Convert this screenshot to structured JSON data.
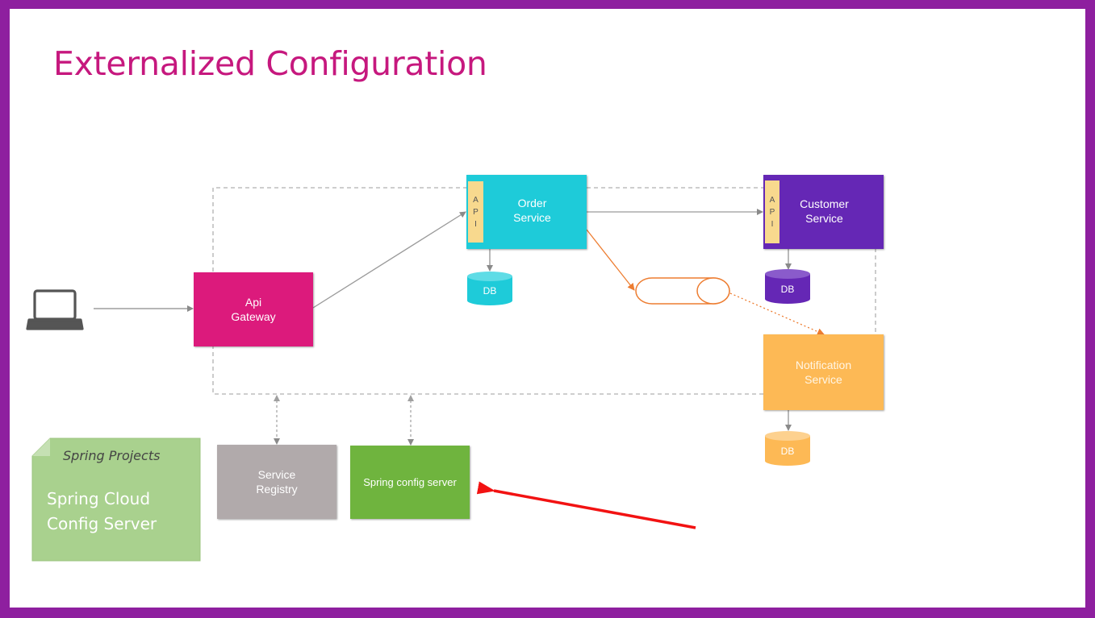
{
  "slide": {
    "title": "Externalized Configuration"
  },
  "nodes": {
    "api_gateway": {
      "line1": "Api",
      "line2": "Gateway"
    },
    "order_service": {
      "line1": "Order",
      "line2": "Service",
      "api_tab": "A\nP\nI"
    },
    "customer_service": {
      "line1": "Customer",
      "line2": "Service",
      "api_tab": "A\nP\nI"
    },
    "notification_service": {
      "line1": "Notification",
      "line2": "Service"
    },
    "service_registry": {
      "line1": "Service",
      "line2": "Registry"
    },
    "config_server": {
      "label": "Spring config server"
    },
    "databases": {
      "order_db": "DB",
      "customer_db": "DB",
      "notification_db": "DB"
    }
  },
  "note": {
    "subtitle": "Spring Projects",
    "line1": "Spring Cloud",
    "line2": "Config Server"
  },
  "colors": {
    "title": "#c6187e",
    "api_gateway": "#dc1a7c",
    "order_service": "#1ecbd9",
    "customer_service": "#6527b5",
    "notification_service": "#fdb955",
    "service_registry": "#b1aaab",
    "config_server": "#6fb43e",
    "note": "#a9d18e",
    "message_queue": "#ed7d31",
    "highlight_arrow": "#f21212"
  }
}
